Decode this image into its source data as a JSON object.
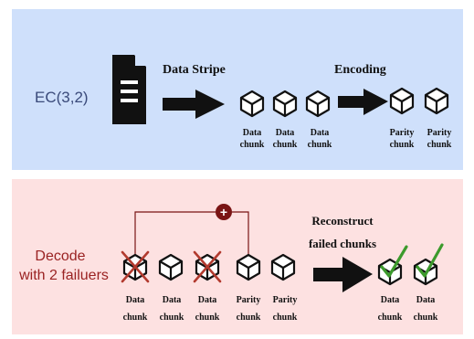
{
  "encode_panel": {
    "scheme_label": "EC(3,2)",
    "stripe_label": "Data Stripe",
    "encoding_label": "Encoding",
    "chunks": [
      {
        "line1": "Data",
        "line2": "chunk"
      },
      {
        "line1": "Data",
        "line2": "chunk"
      },
      {
        "line1": "Data",
        "line2": "chunk"
      },
      {
        "line1": "Parity",
        "line2": "chunk"
      },
      {
        "line1": "Parity",
        "line2": "chunk"
      }
    ]
  },
  "decode_panel": {
    "decode_line1": "Decode",
    "decode_line2": "with 2 failuers",
    "reconstruct_line1": "Reconstruct",
    "reconstruct_line2": "failed chunks",
    "xor_symbol": "+",
    "chunks": [
      {
        "line1": "Data",
        "line2": "chunk",
        "failed": true
      },
      {
        "line1": "Data",
        "line2": "chunk",
        "failed": false
      },
      {
        "line1": "Data",
        "line2": "chunk",
        "failed": true
      },
      {
        "line1": "Parity",
        "line2": "chunk",
        "failed": false
      },
      {
        "line1": "Parity",
        "line2": "chunk",
        "failed": false
      }
    ],
    "recovered": [
      {
        "line1": "Data",
        "line2": "chunk"
      },
      {
        "line1": "Data",
        "line2": "chunk"
      }
    ]
  },
  "colors": {
    "encode_bg": "#cfe0fb",
    "decode_bg": "#fde1e1",
    "decode_text": "#9a2222",
    "scheme_text": "#3a4a7a",
    "fail_cross": "#b23a2e",
    "check": "#3c9a2c",
    "xor_circle": "#7a1414"
  }
}
